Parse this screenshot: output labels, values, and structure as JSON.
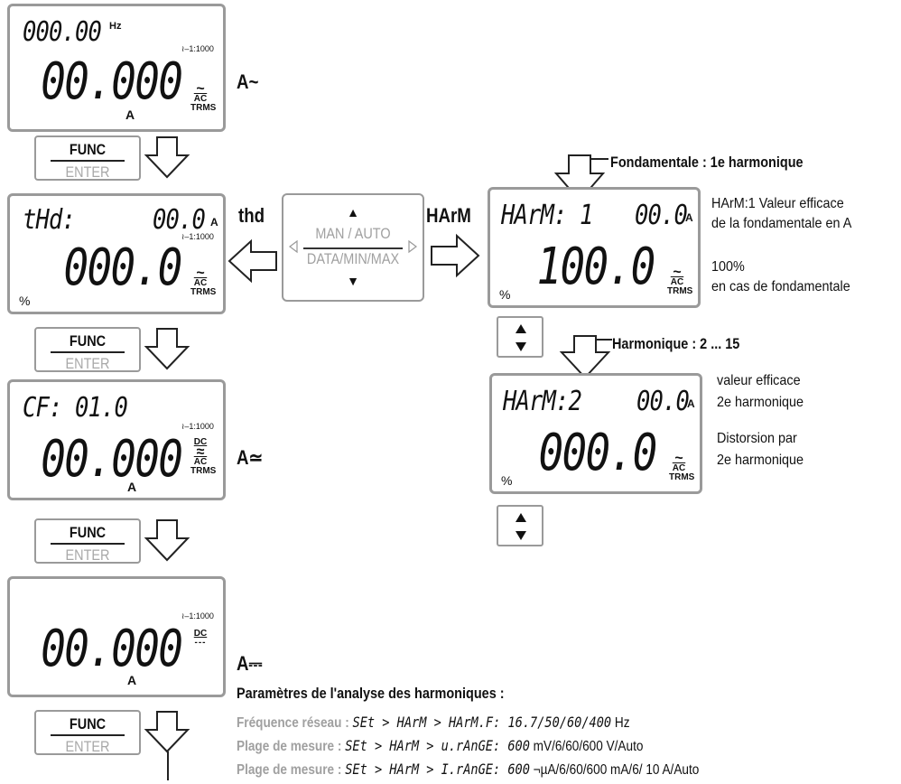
{
  "lcd1": {
    "top": "000.00",
    "top_unit": "Hz",
    "scale": "≀–1:1000",
    "main": "00.000",
    "unit": "A",
    "ac_top": "~",
    "ac_mid": "AC",
    "ac_bot": "TRMS"
  },
  "side_a_ac": "A~",
  "func_label": "FUNC",
  "enter_label": "ENTER",
  "lcd_thd": {
    "top_left": "tHd:",
    "top_right": "00.0",
    "top_unit": "A",
    "scale": "≀–1:1000",
    "main": "000.0",
    "percent": "%",
    "ac_top": "~",
    "ac_mid": "AC",
    "ac_bot": "TRMS"
  },
  "thd_label": "thd",
  "center_panel": {
    "up": "▲",
    "down": "▼",
    "top": "MAN / AUTO",
    "bottom": "DATA/MIN/MAX"
  },
  "harm_label": "HArM",
  "fund_header": "Fondamentale : 1e harmonique",
  "lcd_h1": {
    "top_left": "HArM: 1",
    "top_right": "00.0",
    "top_unit": "A",
    "main": "100.0",
    "percent": "%",
    "ac_top": "~",
    "ac_mid": "AC",
    "ac_bot": "TRMS"
  },
  "note_h1_a": "HArM:1 Valeur efficace",
  "note_h1_b": "de la fondamentale en A",
  "note_h1_c": "100%",
  "note_h1_d": " en cas de fondamentale",
  "harm_header": "Harmonique : 2 ... 15",
  "lcd_h2": {
    "top_left": "HArM:2",
    "top_right": "00.0",
    "top_unit": "A",
    "main": "000.0",
    "percent": "%",
    "ac_top": "~",
    "ac_mid": "AC",
    "ac_bot": "TRMS"
  },
  "note_h2_a": "valeur efficace",
  "note_h2_b": "2e harmonique",
  "note_h2_c": "Distorsion par",
  "note_h2_d": "2e harmonique",
  "lcd_cf": {
    "top_left": "CF: 01.0",
    "scale": "≀–1:1000",
    "main": "00.000",
    "unit": "A",
    "dc": "DC",
    "ac_mid": "AC",
    "ac_bot": "TRMS"
  },
  "side_a_acdc": "A≃",
  "lcd_dc": {
    "scale": "≀–1:1000",
    "main": "00.000",
    "unit": "A",
    "dc": "DC"
  },
  "side_a_dc": "A⎓",
  "params": {
    "title": "Paramètres de l'analyse des harmoniques :",
    "r1_key": "Fréquence réseau :",
    "r1_val": "SEt > HArM > HArM.F:  16.7/50/60/400",
    "r1_unit": "Hz",
    "r2_key": "Plage de mesure :",
    "r2_val": "SEt > HArM > u.rAnGE: 600",
    "r2_unit": "mV/6/60/600 V/Auto",
    "r3_key": "Plage de mesure :",
    "r3_val": "SEt > HArM > I.rAnGE: 600",
    "r3_unit": "¬µA/6/60/600 mA/6/ 10 A/Auto"
  }
}
